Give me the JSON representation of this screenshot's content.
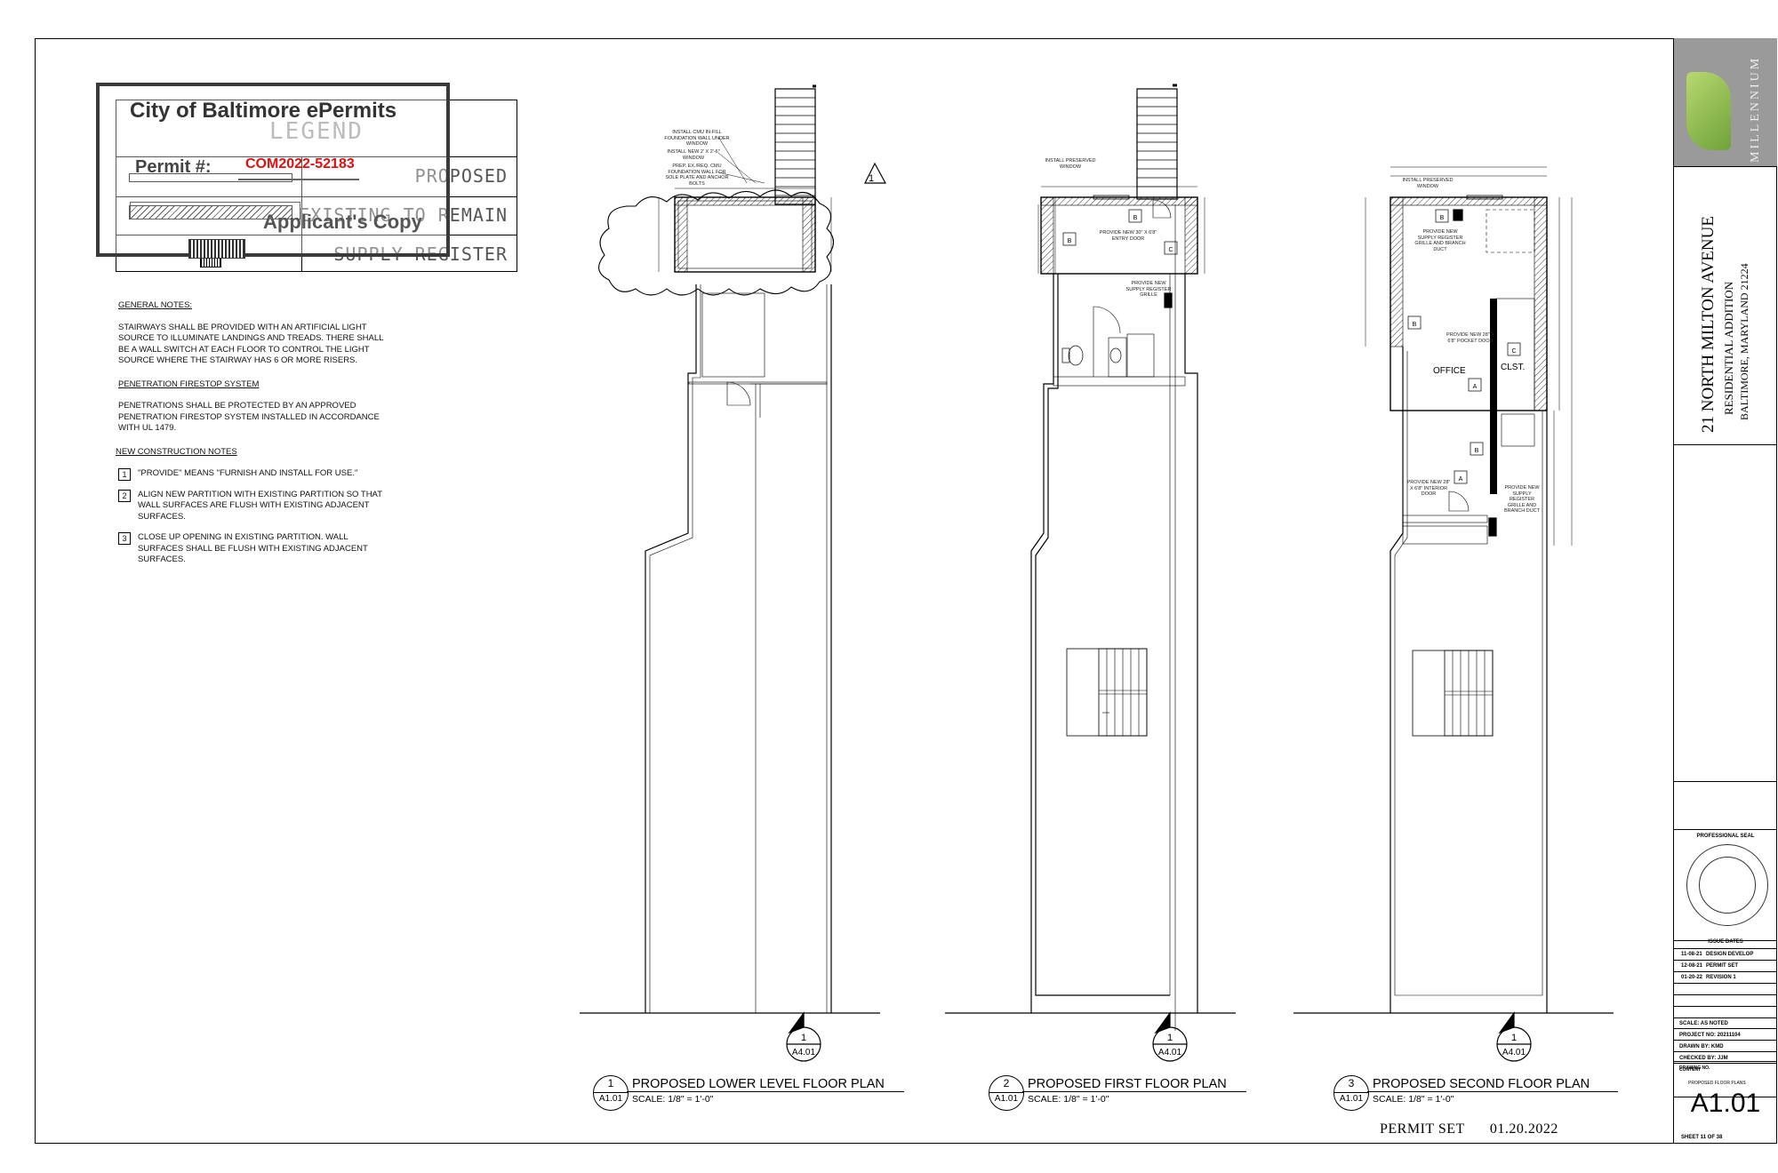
{
  "stamp": {
    "city": "City of Baltimore ePermits",
    "permit_label": "Permit #:",
    "permit_number": "COM2022-52183",
    "applicant": "Applicant's Copy"
  },
  "legend": {
    "title": "LEGEND",
    "items": [
      "PROPOSED",
      "EXISTING TO REMAIN",
      "SUPPLY REGISTER"
    ]
  },
  "notes": {
    "general_heading": "GENERAL NOTES:",
    "general_text": "STAIRWAYS SHALL BE PROVIDED WITH AN ARTIFICIAL LIGHT SOURCE TO ILLUMINATE LANDINGS AND TREADS. THERE SHALL BE A WALL SWITCH AT EACH FLOOR TO CONTROL THE LIGHT SOURCE WHERE THE STAIRWAY HAS 6 OR MORE RISERS.",
    "firestop_heading": "PENETRATION FIRESTOP SYSTEM",
    "firestop_text": "PENETRATIONS SHALL BE PROTECTED BY AN APPROVED PENETRATION FIRESTOP SYSTEM INSTALLED IN ACCORDANCE WITH UL 1479.",
    "construction_heading": "NEW CONSTRUCTION NOTES",
    "construction_items": [
      {
        "num": "1",
        "text": "\"PROVIDE\" MEANS \"FURNISH AND INSTALL FOR USE.\""
      },
      {
        "num": "2",
        "text": "ALIGN NEW PARTITION WITH EXISTING PARTITION SO THAT WALL SURFACES ARE FLUSH WITH EXISTING ADJACENT SURFACES."
      },
      {
        "num": "3",
        "text": "CLOSE UP OPENING IN EXISTING PARTITION. WALL SURFACES SHALL BE FLUSH WITH EXISTING ADJACENT SURFACES."
      }
    ]
  },
  "plans": [
    {
      "num": "1",
      "sheet": "A1.01",
      "title": "PROPOSED LOWER LEVEL FLOOR PLAN",
      "scale": "SCALE:   1/8\" = 1'-0\"",
      "section_num": "1",
      "section_sheet": "A4.01"
    },
    {
      "num": "2",
      "sheet": "A1.01",
      "title": "PROPOSED FIRST FLOOR PLAN",
      "scale": "SCALE:   1/8\" = 1'-0\"",
      "section_num": "1",
      "section_sheet": "A4.01"
    },
    {
      "num": "3",
      "sheet": "A1.01",
      "title": "PROPOSED SECOND FLOOR PLAN",
      "scale": "SCALE:   1/8\" = 1'-0\"",
      "section_num": "1",
      "section_sheet": "A4.01"
    }
  ],
  "plan_labels": {
    "office": "OFFICE",
    "closet": "CLST.",
    "revision_tag": "1",
    "tag_a": "A",
    "tag_b": "B",
    "tag_c": "C",
    "lower_callouts": [
      "INSTALL CMU IN-FILL FOUNDATION WALL UNDER WINDOW",
      "INSTALL NEW 2' X 2'-6\" WINDOW",
      "PREP. EX./REQ. CMU FOUNDATION WALL FOR SOLE PLATE AND ANCHOR BOLTS"
    ],
    "first_callouts": [
      "INSTALL PRESERVED WINDOW",
      "PROVIDE NEW 30\" X 6'8\" ENTRY DOOR",
      "PROVIDE NEW SUPPLY REGISTER GRILLE"
    ],
    "second_callouts": [
      "INSTALL PRESERVED WINDOW",
      "PROVIDE NEW SUPPLY REGISTER GRILLE AND BRANCH DUCT",
      "PROVIDE NEW 28\" X 6'8\" POCKET DOOR",
      "PROVIDE NEW 28\" X 6'8\" INTERIOR DOOR",
      "PROVIDE NEW SUPPLY REGISTER GRILLE AND BRANCH DUCT"
    ]
  },
  "permit_set": {
    "label": "PERMIT SET",
    "date": "01.20.2022"
  },
  "title_block": {
    "brand": "MILLENNIUM",
    "address": "21 NORTH MILTON AVENUE",
    "project": "RESIDENTIAL ADDITION",
    "city": "BALTIMORE, MARYLAND 21224",
    "seal_label": "PROFESSIONAL SEAL",
    "issue_dates_label": "ISSUE DATES",
    "issues": [
      {
        "date": "11-08-21",
        "desc": "DESIGN DEVELOP"
      },
      {
        "date": "12-08-21",
        "desc": "PERMIT SET"
      },
      {
        "date": "01-20-22",
        "desc": "REVISION 1"
      }
    ],
    "scale": "SCALE:      AS NOTED",
    "project_no": "PROJECT NO: 20211104",
    "drawn_by": "DRAWN BY:    KMD",
    "checked_by": "CHECKED BY:  JJM",
    "content_label": "CONTENT",
    "content": "PROPOSED FLOOR PLANS",
    "drawing_no_label": "DRAWING NO.",
    "drawing_no": "A1.01",
    "sheet": "SHEET 11 OF 38"
  }
}
